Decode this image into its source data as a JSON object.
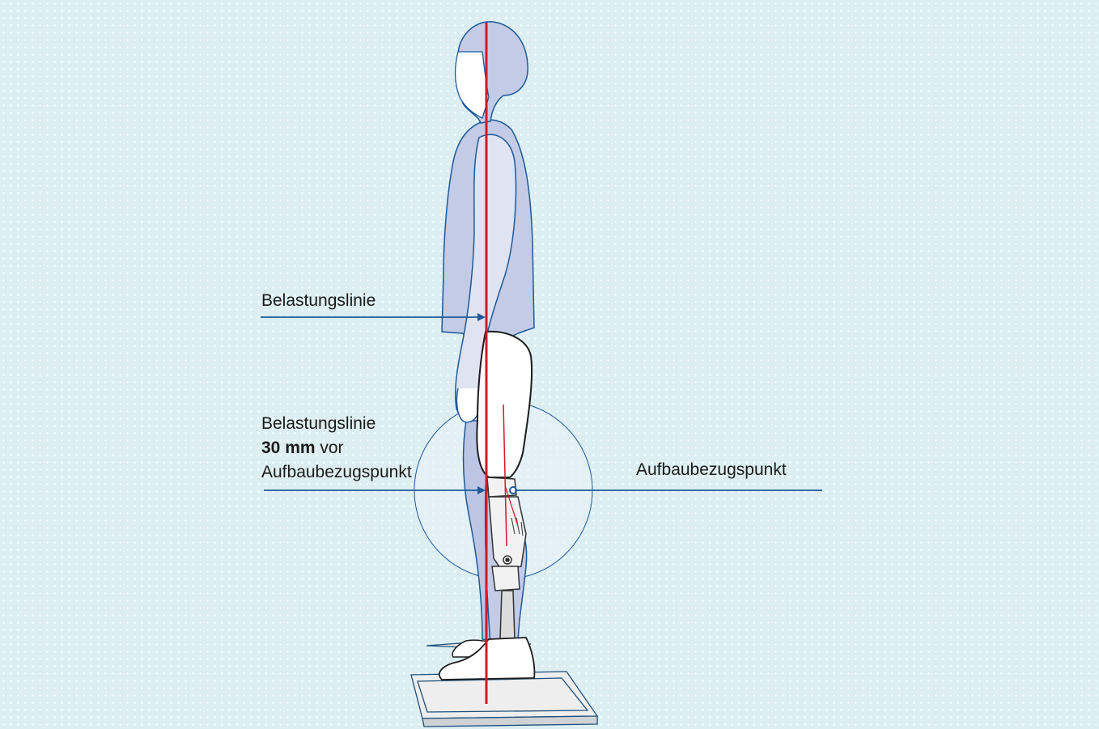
{
  "labels": {
    "load_line": "Belastungslinie",
    "load_line_offset_line1": "Belastungslinie",
    "load_line_offset_bold": "30 mm",
    "load_line_offset_rest": " vor",
    "load_line_offset_line3": "Aufbaubezugspunkt",
    "reference_point": "Aufbaubezugspunkt"
  },
  "colors": {
    "background": "#dceef2",
    "outline": "#1d5a9a",
    "body_fill": "#c3cbe6",
    "load_line": "#d4172a"
  }
}
